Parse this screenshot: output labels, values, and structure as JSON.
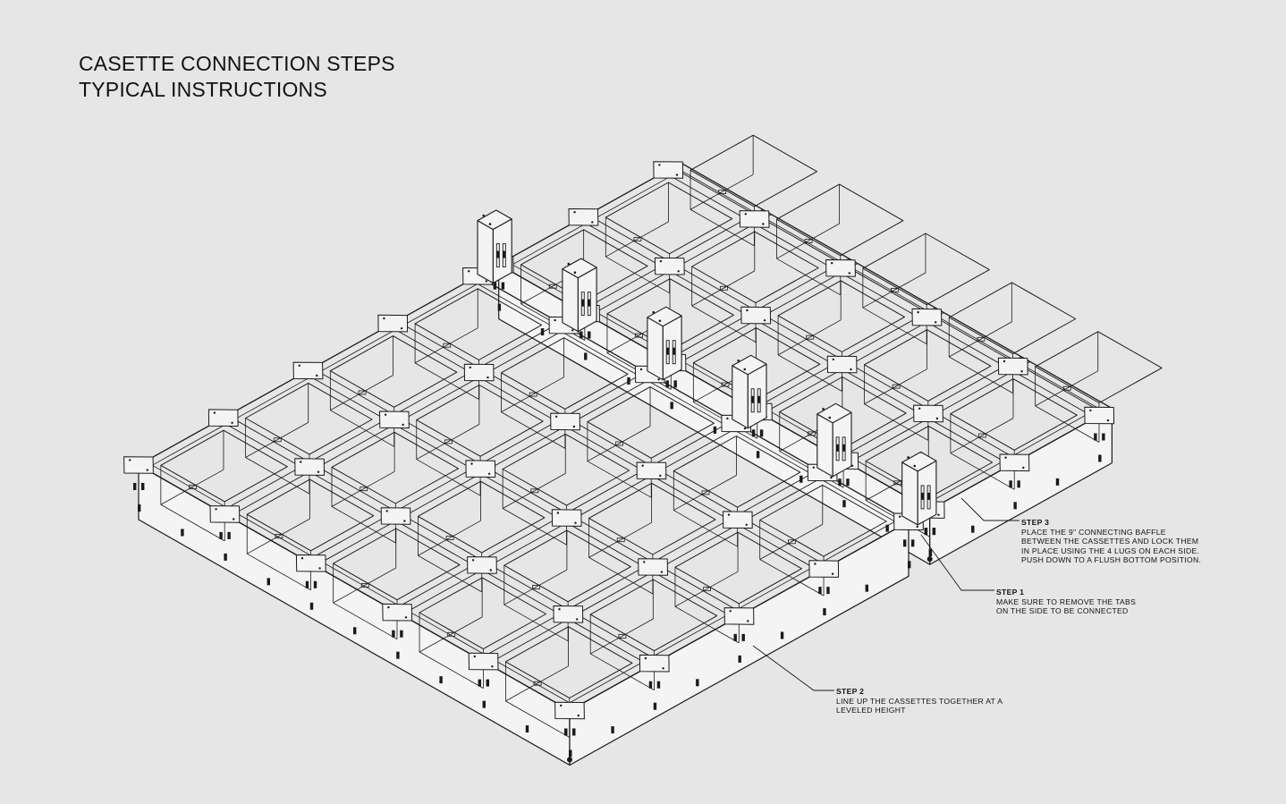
{
  "title": {
    "line1": "CASETTE CONNECTION STEPS",
    "line2": "TYPICAL INSTRUCTIONS"
  },
  "notes": [
    {
      "step": "STEP 3",
      "lines": [
        "PLACE THE 9\" CONNECTING BAFFLE",
        "BETWEEN THE CASSETTES AND LOCK THEM",
        "IN PLACE USING THE 4 LUGS ON EACH SIDE.",
        "PUSH DOWN TO A FLUSH BOTTOM POSITION."
      ]
    },
    {
      "step": "STEP 1",
      "lines": [
        "MAKE SURE TO REMOVE THE TABS",
        "ON THE SIDE TO BE CONNECTED"
      ]
    },
    {
      "step": "STEP 2",
      "lines": [
        "LINE UP THE CASSETTES TOGETHER AT A",
        "LEVELED HEIGHT"
      ]
    }
  ],
  "colors": {
    "background": "#e6e6e6",
    "line": "#1a1a1a",
    "face": "#f4f4f4"
  }
}
